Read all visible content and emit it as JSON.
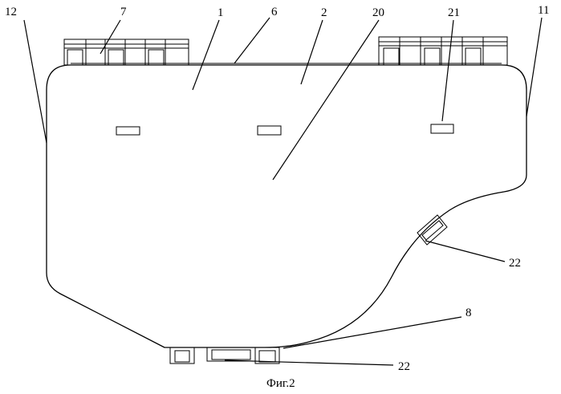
{
  "figure": {
    "caption": "Фиг.2",
    "labels": {
      "l12": "12",
      "l7": "7",
      "l1": "1",
      "l6": "6",
      "l2": "2",
      "l20": "20",
      "l21": "21",
      "l11": "11",
      "l22a": "22",
      "l8": "8",
      "l22b": "22"
    },
    "stroke_color": "#000000",
    "background_color": "#ffffff"
  }
}
